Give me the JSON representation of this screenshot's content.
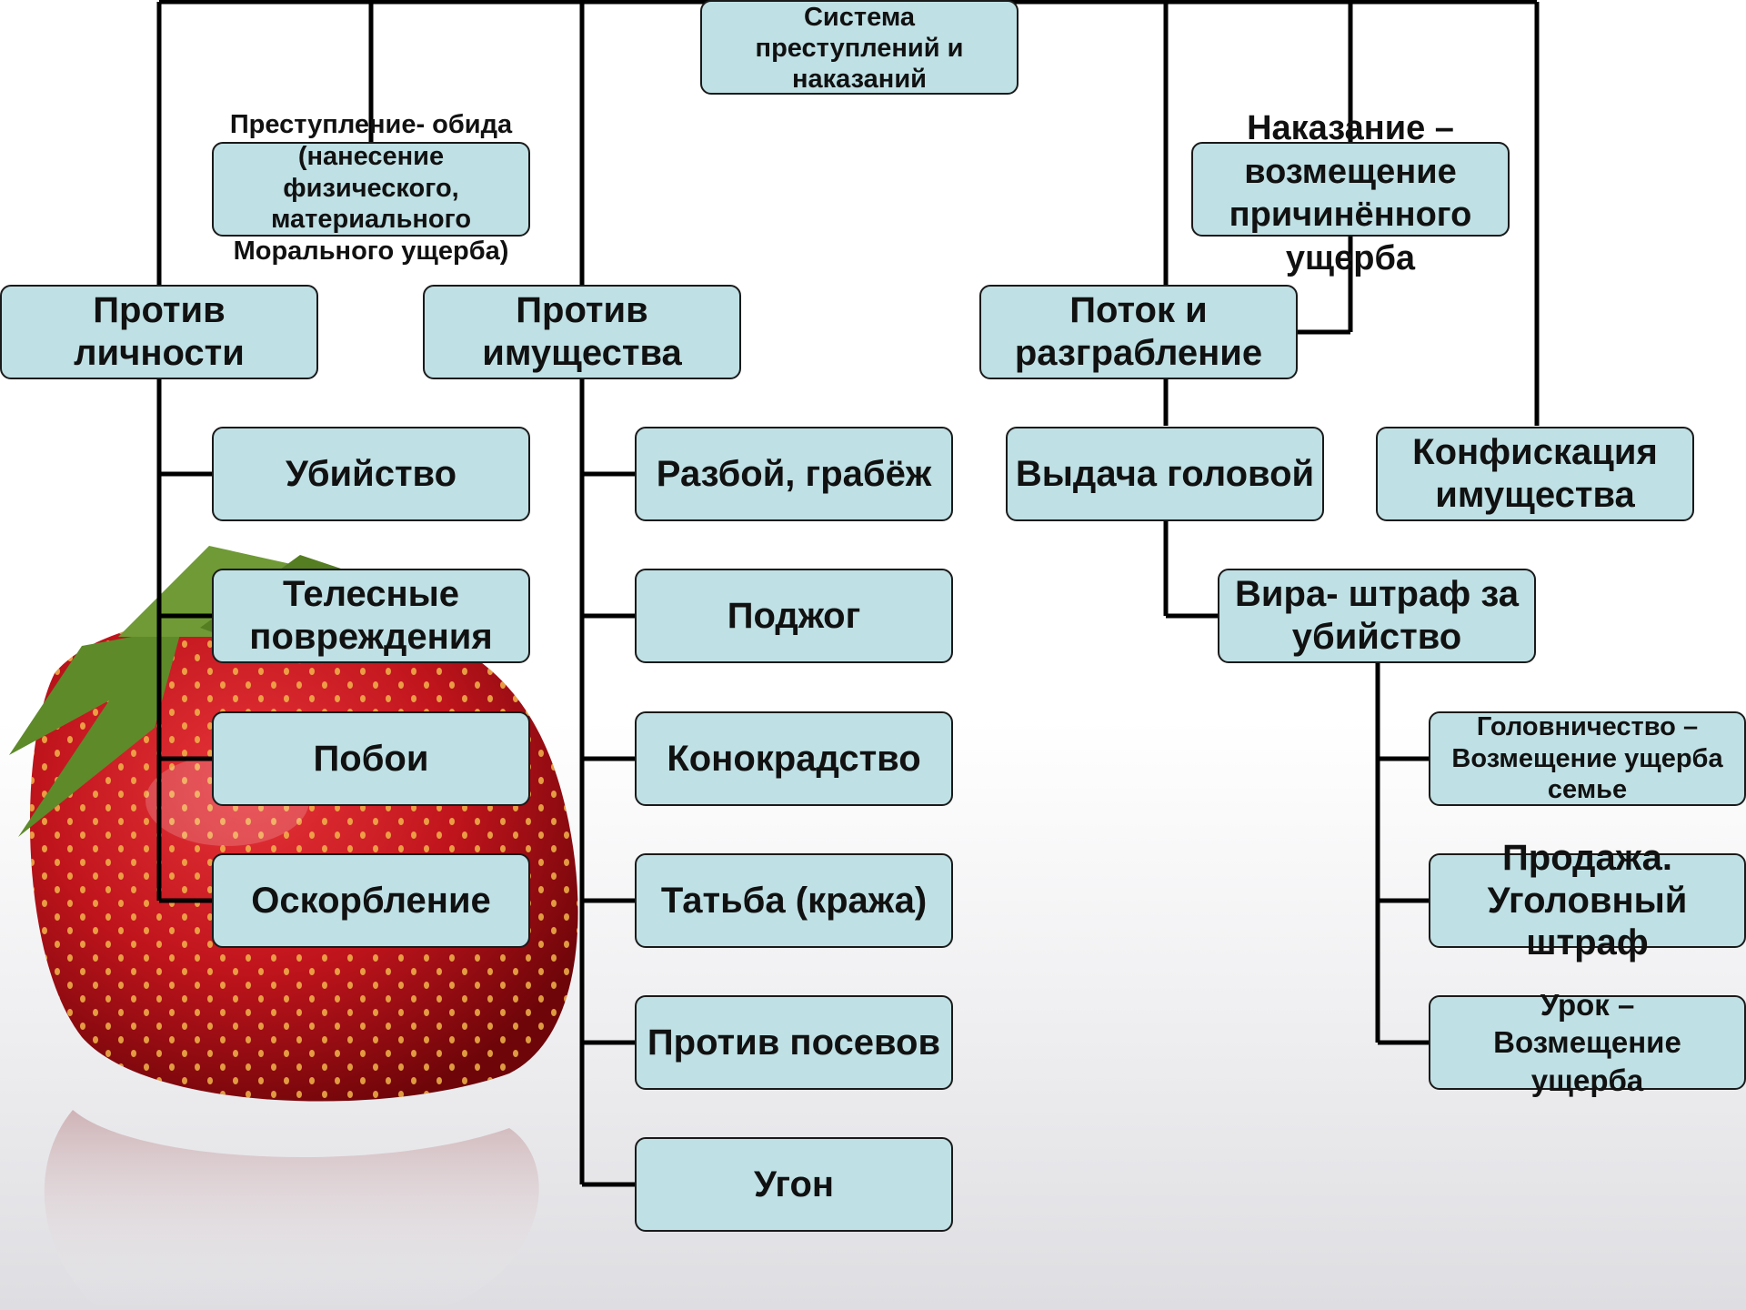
{
  "title": "Система преступлений и наказаний",
  "crimes_note": "Преступление- обида (нанесение физического, материального Морального ущерба)",
  "punishment_note": "Наказание – возмещение причинённого ущерба",
  "branches": {
    "against_person": {
      "label": "Против личности",
      "items": [
        "Убийство",
        "Телесные повреждения",
        "Побои",
        "Оскорбление"
      ]
    },
    "against_property": {
      "label": "Против имущества",
      "items": [
        "Разбой, грабёж",
        "Поджог",
        "Конокрадство",
        "Татьба (кража)",
        "Против посевов",
        "Угон"
      ]
    },
    "flow_plunder": {
      "label": "Поток и разграбление",
      "child": "Выдача головой"
    },
    "confiscation": {
      "label": "Конфискация имущества"
    },
    "vira": {
      "label": "Вира- штраф за убийство",
      "items": [
        "Головничество – Возмещение ущерба семье",
        "Продажа. Уголовный штраф",
        "Урок – Возмещение ущерба"
      ]
    }
  },
  "colors": {
    "box_fill": "#bfe0e4",
    "box_border": "#1a1a1a",
    "strawberry": "#c0141c"
  },
  "decor": {
    "image": "strawberry-photo"
  }
}
